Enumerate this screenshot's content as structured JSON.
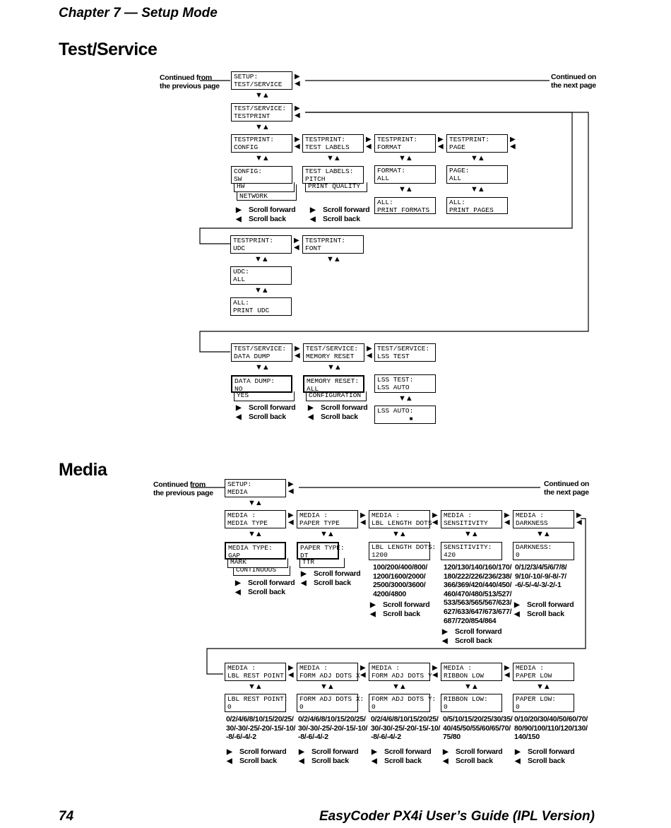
{
  "header": {
    "chapter": "Chapter 7 — Setup Mode"
  },
  "footer": {
    "page_number": "74",
    "title": "EasyCoder PX4i User’s Guide (IPL Version)"
  },
  "common": {
    "continued_from_1": "Continued from",
    "continued_from_2": "the previous page",
    "continued_on_1": "Continued on",
    "continued_on_2": "the next page",
    "scroll_forward": "Scroll forward",
    "scroll_back": "Scroll back",
    "arrow_right": "▶",
    "arrow_left": "◀",
    "arrow_updown": "▼▲"
  },
  "test_service": {
    "title": "Test/Service",
    "setup": "SETUP:\nTEST/SERVICE",
    "testprint": "TEST/SERVICE:\nTESTPRINT",
    "tp_config": "TESTPRINT:\nCONFIG",
    "tp_labels": "TESTPRINT:\nTEST LABELS",
    "tp_format": "TESTPRINT:\nFORMAT",
    "tp_page": "TESTPRINT:\nPAGE",
    "config_sw": "CONFIG:\nSW",
    "config_hw": "HW",
    "config_network": "NETWORK",
    "labels_pitch": "TEST LABELS:\nPITCH",
    "labels_pq": "PRINT QUALITY",
    "format_all": "FORMAT:\nALL",
    "format_print": "ALL:\nPRINT FORMATS",
    "page_all": "PAGE:\nALL",
    "page_print": "ALL:\nPRINT PAGES",
    "tp_udc": "TESTPRINT:\nUDC",
    "tp_font": "TESTPRINT:\nFONT",
    "udc_all": "UDC:\nALL",
    "udc_print": "ALL:\nPRINT UDC",
    "ts_dump": "TEST/SERVICE:\nDATA DUMP",
    "ts_memreset": "TEST/SERVICE:\nMEMORY RESET",
    "ts_lss": "TEST/SERVICE:\nLSS TEST",
    "dump_no": "DATA DUMP:\nNO",
    "dump_yes": "YES",
    "mem_all": "MEMORY RESET:\nALL",
    "mem_config": "CONFIGURATION",
    "lss_auto": "LSS TEST:\nLSS AUTO",
    "lss_auto2": "LSS AUTO:",
    "lss_cursor": "■"
  },
  "media": {
    "title": "Media",
    "setup": "SETUP:\nMEDIA",
    "media_type": "MEDIA :\nMEDIA TYPE",
    "paper_type": "MEDIA :\nPAPER TYPE",
    "lbl_length": "MEDIA :\nLBL LENGTH DOTS",
    "sensitivity": "MEDIA :\nSENSITIVITY",
    "darkness": "MEDIA :\nDARKNESS",
    "mt_gap": "MEDIA TYPE:\nGAP",
    "mt_mark": "MARK",
    "mt_cont": "CONTINUOUS",
    "pt_dt": "PAPER TYPE:\nDT",
    "pt_ttr": "TTR",
    "ll_1200": "LBL LENGTH DOTS:\n1200",
    "ll_vals": "100/200/400/800/\n1200/1600/2000/\n2500/3000/3600/\n4200/4800",
    "sens_420": "SENSITIVITY:\n420",
    "sens_vals": "120/130/140/160/170/\n180/222/226/236/238/\n366/369/420/440/450/\n460/470/480/513/527/\n533/563/565/567/623/\n627/633/647/673/677/\n687/720/854/864",
    "dark_0": "DARKNESS:\n0",
    "dark_vals": "0/1/2/3/4/5/6/7/8/\n9/10/-10/-9/-8/-7/\n-6/-5/-4/-3/-2/-1",
    "lbl_rest": "MEDIA :\nLBL REST POINT",
    "form_x": "MEDIA :\nFORM ADJ DOTS X",
    "form_y": "MEDIA :\nFORM ADJ DOTS Y",
    "ribbon": "MEDIA :\nRIBBON LOW",
    "paper_low": "MEDIA :\nPAPER LOW",
    "rest_0": "LBL REST POINT:\n0",
    "rest_vals": "0/2/4/6/8/10/15/20/25/\n30/-30/-25/-20/-15/-10/\n-8/-6/-4/-2",
    "fx_0": "FORM ADJ DOTS X:\n0",
    "fx_vals": "0/2/4/6/8/10/15/20/25/\n30/-30/-25/-20/-15/-10/\n-8/-6/-4/-2",
    "fy_0": "FORM ADJ DOTS Y:\n0",
    "fy_vals": "0/2/4/6/8/10/15/20/25/\n30/-30/-25/-20/-15/-10/\n-8/-6/-4/-2",
    "rib_0": "RIBBON LOW:\n0",
    "rib_vals": "0/5/10/15/20/25/30/35/\n40/45/50/55/60/65/70/\n75/80",
    "pl_0": "PAPER LOW:\n0",
    "pl_vals": "0/10/20/30/40/50/60/70/\n80/90/100/110/120/130/\n140/150"
  }
}
